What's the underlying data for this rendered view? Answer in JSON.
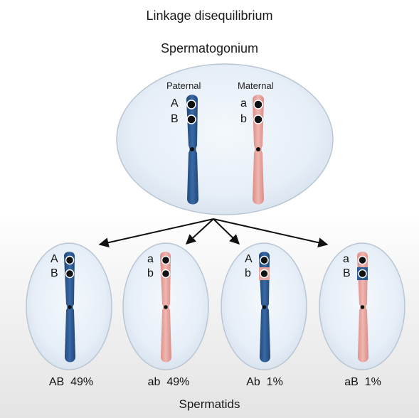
{
  "title": "Linkage disequilibrium",
  "parent_cell": {
    "label": "Spermatogonium",
    "paternal": {
      "label": "Paternal",
      "alleles": [
        "A",
        "B"
      ],
      "color": "#2e5a92"
    },
    "maternal": {
      "label": "Maternal",
      "alleles": [
        "a",
        "b"
      ],
      "color": "#e8a5a0"
    }
  },
  "spermatids": [
    {
      "alleles": [
        "A",
        "B"
      ],
      "caption": "AB  49%"
    },
    {
      "alleles": [
        "a",
        "b"
      ],
      "caption": "ab  49%"
    },
    {
      "alleles": [
        "A",
        "b"
      ],
      "caption": "Ab  1%"
    },
    {
      "alleles": [
        "a",
        "B"
      ],
      "caption": "aB  1%"
    }
  ],
  "footer_label": "Spermatids",
  "colors": {
    "paternal": "#2e5a92",
    "maternal": "#e8a5a0",
    "cell_fill": "#e3edf7",
    "cell_stroke": "#b9c6d3",
    "arrow": "#111111"
  }
}
